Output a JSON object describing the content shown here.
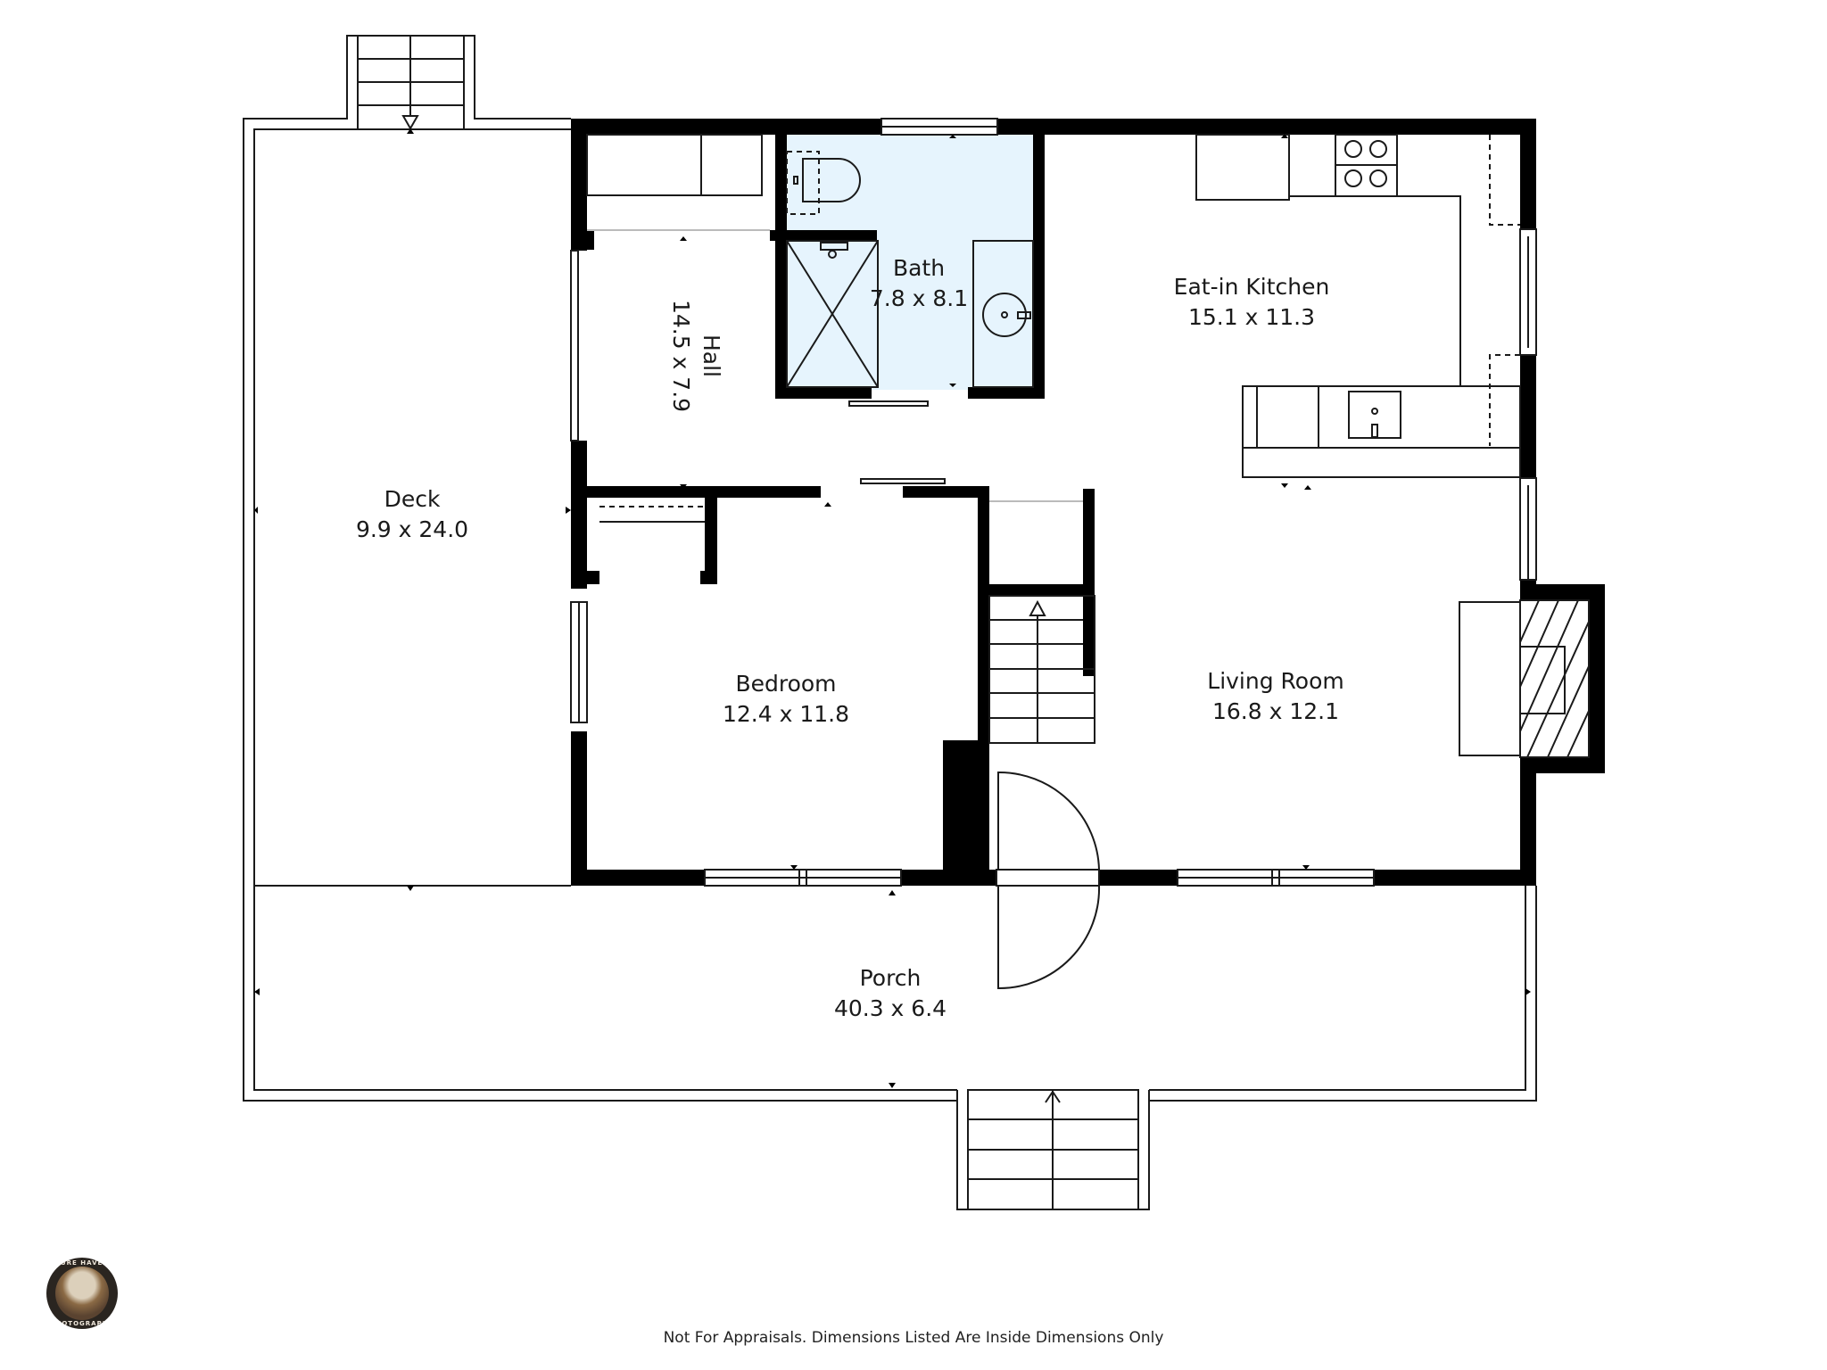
{
  "floorplan": {
    "rooms": [
      {
        "id": "deck",
        "name": "Deck",
        "dimensions": "9.9 x 24.0"
      },
      {
        "id": "hall",
        "name": "Hall",
        "dimensions": "14.5 x 7.9"
      },
      {
        "id": "bath",
        "name": "Bath",
        "dimensions": "7.8 x 8.1"
      },
      {
        "id": "kitchen",
        "name": "Eat-in Kitchen",
        "dimensions": "15.1 x 11.3"
      },
      {
        "id": "bedroom",
        "name": "Bedroom",
        "dimensions": "12.4 x 11.8"
      },
      {
        "id": "living",
        "name": "Living Room",
        "dimensions": "16.8 x 12.1"
      },
      {
        "id": "porch",
        "name": "Porch",
        "dimensions": "40.3 x 6.4"
      }
    ],
    "colors": {
      "wall": "#000000",
      "bath_fill": "#e6f4fd",
      "line": "#1a1a1a",
      "background": "#ffffff"
    }
  },
  "logo": {
    "top_text": "PURE HAVEN",
    "bottom_text": "PHOTOGRAPHY"
  },
  "footer": {
    "disclaimer": "Not For Appraisals. Dimensions Listed Are Inside Dimensions Only"
  }
}
